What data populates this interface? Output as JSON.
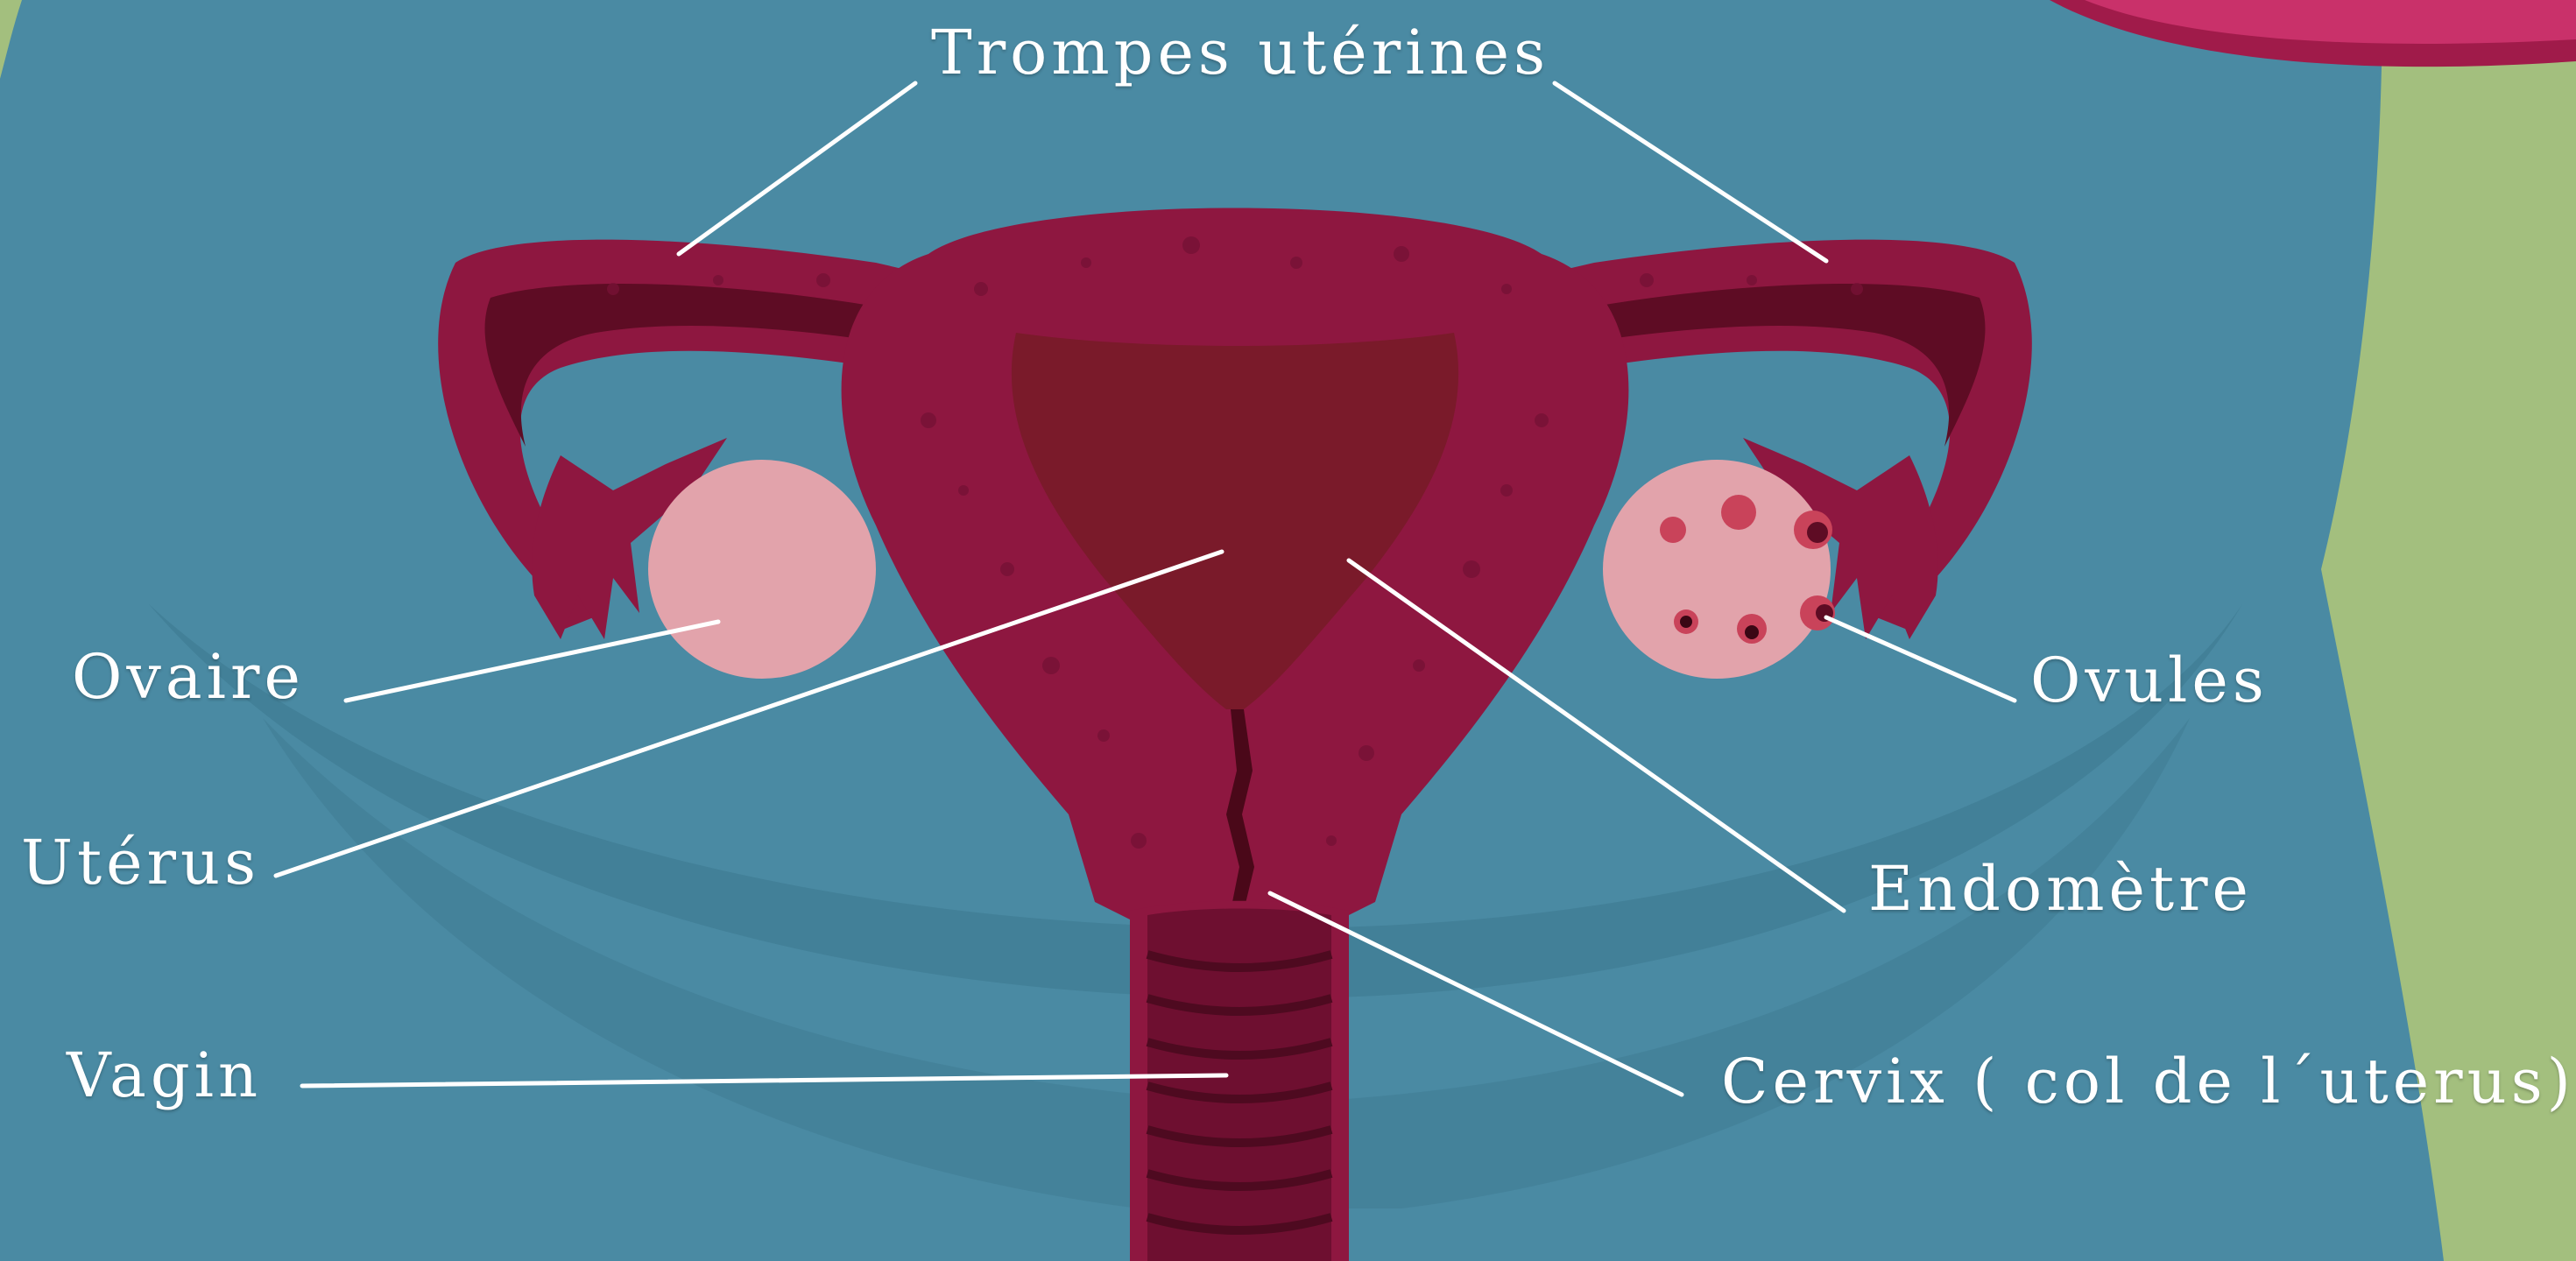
{
  "labels": {
    "fallopian_tubes": "Trompes utérines",
    "ovary": "Ovaire",
    "ova": "Ovules",
    "uterus": "Utérus",
    "endometrium": "Endomètre",
    "vagina": "Vagin",
    "cervix": "Cervix ( col de l´uterus)"
  },
  "colors": {
    "background": "#4a8aa3",
    "body_shadow": "#3f7c93",
    "green_edge": "#a3bf7e",
    "uterus": "#8e1740",
    "uterus_dark": "#6e0f30",
    "endometrium": "#7a1a2a",
    "ovary": "#e2a3ab",
    "follicle": "#c9435a",
    "leader_line": "#ffffff"
  }
}
